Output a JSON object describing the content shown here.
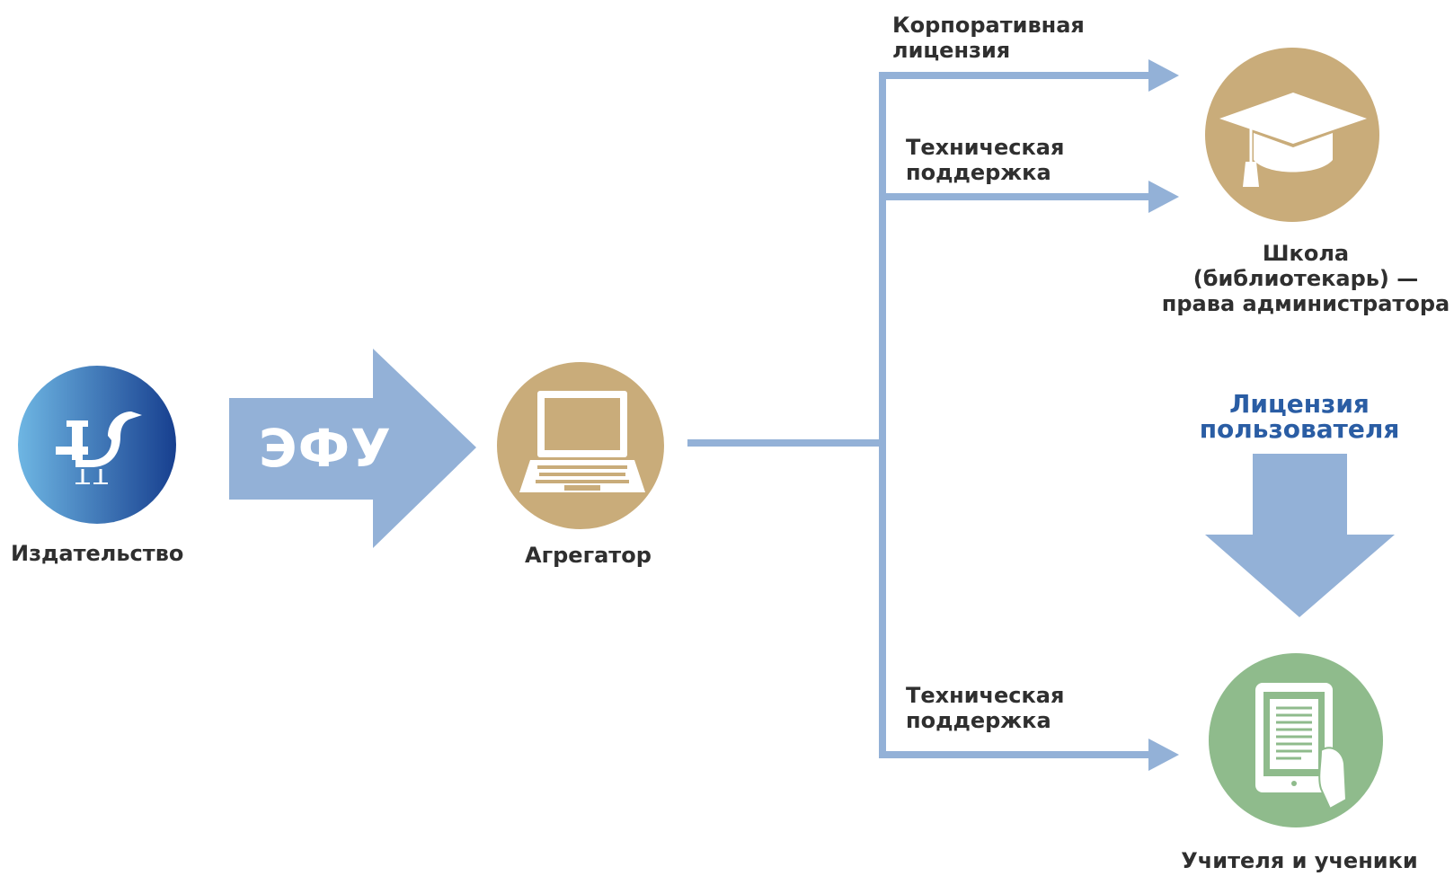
{
  "nodes": {
    "publisher": {
      "label": "Издательство",
      "icon": "publisher-bird-logo-icon"
    },
    "aggregator": {
      "label": "Агрегатор",
      "icon": "laptop-icon"
    },
    "school": {
      "label_lines": [
        "Школа",
        "(библиотекарь) —",
        "права администратора"
      ],
      "icon": "graduation-cap-icon"
    },
    "users": {
      "label": "Учителя и ученики",
      "icon": "tablet-hand-icon"
    }
  },
  "flows": {
    "efu": {
      "label": "ЭФУ"
    },
    "corporate_license": {
      "label_lines": [
        "Корпоративная",
        "лицензия"
      ]
    },
    "tech_support_school": {
      "label_lines": [
        "Техническая",
        "поддержка"
      ]
    },
    "tech_support_users": {
      "label_lines": [
        "Техническая",
        "поддержка"
      ]
    },
    "user_license": {
      "label_lines": [
        "Лицензия",
        "пользователя"
      ]
    }
  },
  "colors": {
    "arrow_blue": "#93b1d7",
    "node_tan": "#c9ac7a",
    "node_green": "#8fbb8c",
    "publisher_gradient_start": "#6eb6e3",
    "publisher_gradient_end": "#173f8f",
    "user_license_text": "#2a5da4",
    "label_text": "#2f2f2f"
  }
}
